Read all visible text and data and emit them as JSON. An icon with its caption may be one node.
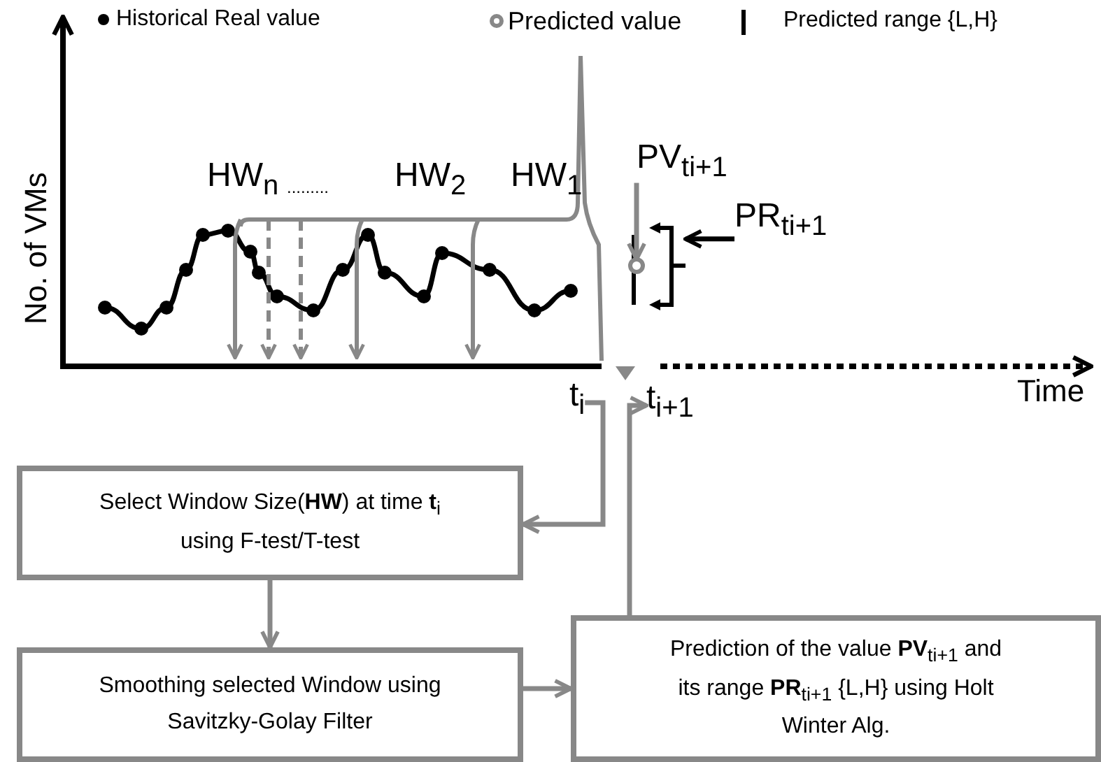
{
  "diagram": {
    "nodes": [
      {
        "text": [
          "Select Window Size(**HW**) at time **t**$_{i}$ using F-test/T-test"
        ]
      },
      {
        "text": [
          "Smoothing selected Window using Savitzky-Golay Filter"
        ]
      },
      {
        "text": [
          "Prediction of the value **PV**$_{ti+1}$ and its range **PR**$_{ti+1}$ {L,H} using Holt Winter Alg."
        ]
      },
      {
        "text": [
          "t$_{i}$"
        ]
      },
      {
        "text": [
          "t$_{i+1}$"
        ]
      },
      {
        "text": [
          "PV$_{ti+1}$"
        ]
      },
      {
        "text": [],
        "shape": "circle"
      },
      {
        "text": [
          "PR$_{ti+1}$"
        ]
      },
      {
        "text": [],
        "shape": "bracket"
      }
    ],
    "edges": [
      {
        "from": 3,
        "to": 0,
        "arrow": "to"
      },
      {
        "from": 0,
        "to": 1,
        "arrow": "to"
      },
      {
        "from": 1,
        "to": 2,
        "arrow": "to"
      },
      {
        "from": 2,
        "to": 4,
        "arrow": "to"
      },
      {
        "from": 5,
        "to": 6,
        "arrow": "to"
      },
      {
        "from": 7,
        "to": 8,
        "arrow": "to",
        "color": "#000000"
      }
    ],
    "labels": [
      "No. of VMs",
      "HW$_{n}$",
      ".........",
      "HW$_{2}$",
      "HW$_{1}$",
      "Time"
    ],
    "legend": [
      {
        "text": "Historical Real value"
      },
      {
        "text": "Predicted value"
      },
      {
        "text": "Predicted range {L,H}"
      }
    ]
  }
}
